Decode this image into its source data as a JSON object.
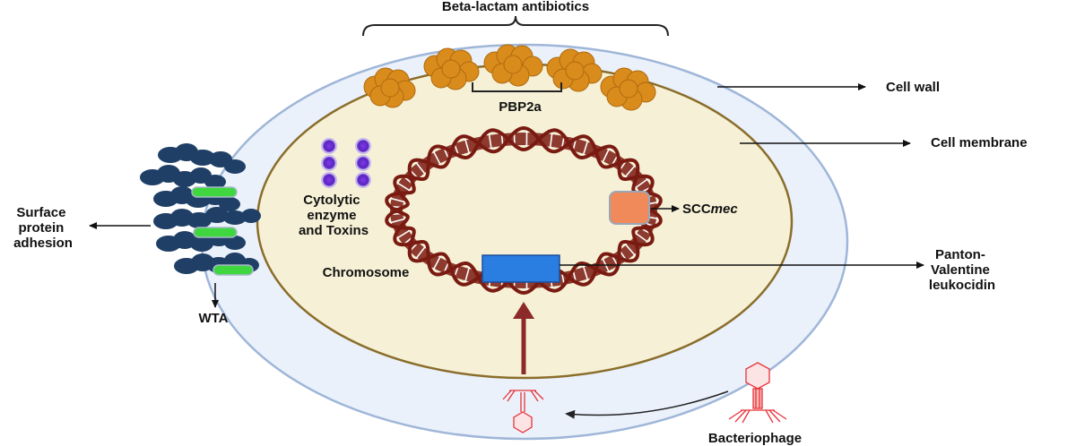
{
  "labels": {
    "beta_lactam": "Beta-lactam antibiotics",
    "pbp2a": "PBP2a",
    "cell_wall": "Cell wall",
    "cell_membrane": "Cell membrane",
    "scc_prefix": "SCC",
    "scc_suffix": "mec",
    "cytolytic_line1": "Cytolytic",
    "cytolytic_line2": "enzyme",
    "cytolytic_line3": "and Toxins",
    "chromosome": "Chromosome",
    "pvl_line1": "Panton-",
    "pvl_line2": "Valentine",
    "pvl_line3": "leukocidin",
    "surface_line1": "Surface",
    "surface_line2": "protein",
    "surface_line3": "adhesion",
    "wta": "WTA",
    "bacteriophage": "Bacteriophage"
  },
  "colors": {
    "cell_wall_fill": "#eaf1fb",
    "cell_wall_stroke": "#9fb6d8",
    "membrane_fill": "#f6f1d6",
    "membrane_stroke": "#8a6d2b",
    "dna": "#7a1b12",
    "pbp": "#d98c1c",
    "scc_box": "#f08a5a",
    "pvl_box": "#2a7de1",
    "surface_protein": "#1f3f66",
    "wta_bar": "#3fd640",
    "toxin": "#6a2bd1",
    "phage": "#e8333a",
    "arrow_up": "#8c2a2a"
  }
}
